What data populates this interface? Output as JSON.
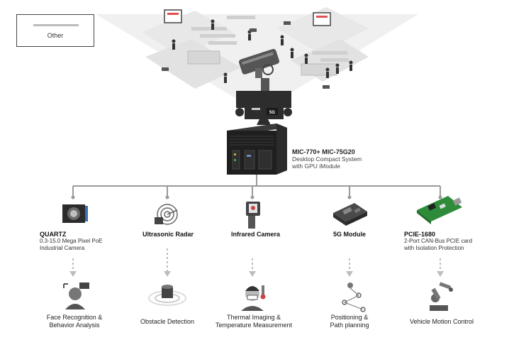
{
  "legend": {
    "label": "Other"
  },
  "camera": {
    "badge": "5G"
  },
  "system": {
    "name": "MIC-770+ MIC-75G20",
    "line2": "Desktop Compact System",
    "line3": "with GPU iModule"
  },
  "devices": [
    {
      "name": "QUARTZ",
      "line2": "0.3-15.0 Mega Pixel PoE",
      "line3": "Industrial Camera",
      "icon": "industrial-camera-icon"
    },
    {
      "name": "Ultrasonic Radar",
      "line2": "",
      "line3": "",
      "icon": "radar-icon"
    },
    {
      "name": "Infrared Camera",
      "line2": "",
      "line3": "",
      "icon": "infrared-camera-icon"
    },
    {
      "name": "5G Module",
      "line2": "",
      "line3": "",
      "icon": "5g-module-icon"
    },
    {
      "name": "PCIE-1680",
      "line2": "2-Port CAN-Bus PCIE card",
      "line3": "with Isolation Protection",
      "icon": "pcie-card-icon"
    }
  ],
  "outcomes": [
    {
      "line1": "Face Recognition &",
      "line2": "Behavior Analysis",
      "icon": "face-recognition-icon"
    },
    {
      "line1": "Obstacle Detection",
      "line2": "",
      "icon": "obstacle-detection-icon"
    },
    {
      "line1": "Thermal Imaging &",
      "line2": "Temperature Measurement",
      "icon": "thermal-imaging-icon"
    },
    {
      "line1": "Positioning &",
      "line2": "Path planning",
      "icon": "path-planning-icon"
    },
    {
      "line1": "Vehicle Motion Control",
      "line2": "",
      "icon": "robot-arm-icon"
    }
  ],
  "colors": {
    "connector": "#9a9a9a",
    "arrow": "#bdbdbd",
    "pcb": "#2e8b3a"
  }
}
